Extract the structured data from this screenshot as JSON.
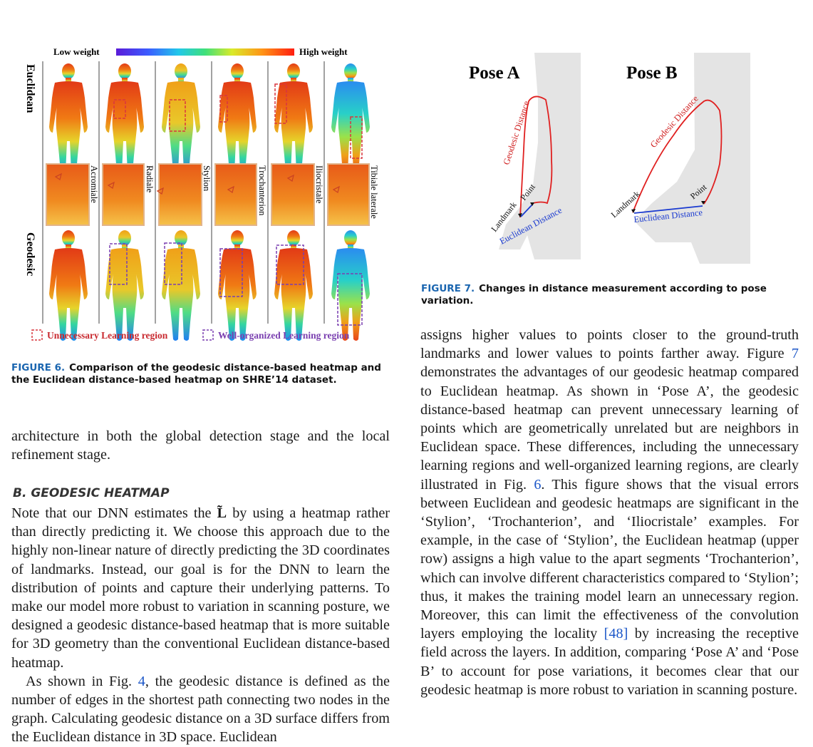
{
  "figure6": {
    "legend_low": "Low weight",
    "legend_high": "High weight",
    "row_top": "Euclidean",
    "row_bottom": "Geodesic",
    "landmarks": [
      "Acromiale",
      "Radiale",
      "Stylion",
      "Trochanterion",
      "Iliocristale",
      "Tibiale laterale"
    ],
    "key_unnecessary": "Unnecessary Learning region",
    "key_wellorganized": "Well-organized Learning region",
    "caption_label": "FIGURE 6.",
    "caption_text": "Comparison of the geodesic distance-based heatmap and the Euclidean distance-based heatmap on SHRE’14 dataset."
  },
  "figure7": {
    "pose_a": "Pose A",
    "pose_b": "Pose B",
    "geodesic": "Geodesic Distance",
    "euclidean": "Euclidean Distance",
    "landmark": "Landmark",
    "point": "Point",
    "caption_label": "FIGURE 7.",
    "caption_text": "Changes in distance measurement according to pose variation."
  },
  "left": {
    "para1": "architecture in both the global detection stage and the local refinement stage.",
    "heading": "B. GEODESIC HEATMAP",
    "para2_a": "Note that our DNN estimates the ",
    "para2_sym": "L̃",
    "para2_b": " by using a heatmap rather than directly predicting it. We choose this approach due to the highly non-linear nature of directly predicting the 3D coordinates of landmarks. Instead, our goal is for the DNN to learn the distribution of points and capture their underlying patterns. To make our model more robust to variation in scanning posture, we designed a geodesic distance-based heatmap that is more suitable for 3D geometry than the conventional Euclidean distance-based heatmap.",
    "para3_a": "As shown in Fig. ",
    "para3_ref": "4",
    "para3_b": ", the geodesic distance is defined as the number of edges in the shortest path connecting two nodes in the graph. Calculating geodesic distance on a 3D surface differs from the Euclidean distance in 3D space. Euclidean"
  },
  "right": {
    "p_a": "assigns higher values to points closer to the ground-truth landmarks and lower values to points farther away. Figure ",
    "ref7": "7",
    "p_b": " demonstrates the advantages of our geodesic heatmap compared to Euclidean heatmap. As shown in ‘Pose A’, the geodesic distance-based heatmap can prevent unnecessary learning of points which are geometrically unrelated but are neighbors in Euclidean space. These differences, including the unnecessary learning regions and well-organized learning regions, are clearly illustrated in Fig. ",
    "ref6": "6",
    "p_c": ". This figure shows that the visual errors between Euclidean and geodesic heatmaps are significant in the ‘Stylion’, ‘Trochanterion’, and ‘Iliocristale’ examples. For example, in the case of ‘Stylion’, the Euclidean heatmap (upper row) assigns a high value to the apart segments ‘Trochanterion’, which can involve different characteristics compared to ‘Stylion’; thus, it makes the training model learn an unnecessary region. Moreover, this can limit the effectiveness of the convolution layers employing the locality ",
    "ref48": "[48]",
    "p_d": " by increasing the receptive field across the layers. In addition, comparing ‘Pose A’ and ‘Pose B’ to account for pose variations, it becomes clear that our geodesic heatmap is more robust to variation in scanning posture."
  },
  "colors": {
    "link": "#1b56c8",
    "caption_label": "#1b66b0",
    "unnecessary_box": "#d9363e",
    "wellorganized_box": "#7a3fb0"
  }
}
